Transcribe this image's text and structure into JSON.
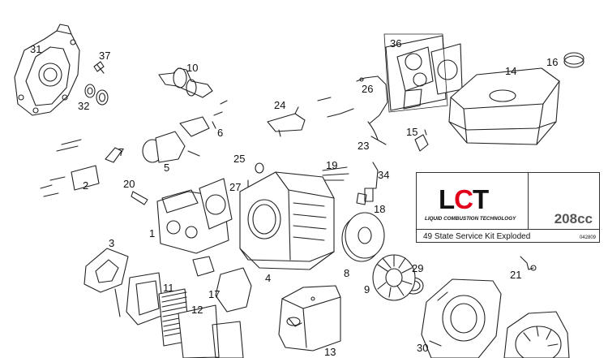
{
  "diagram": {
    "labels": [
      {
        "id": "31",
        "text": "31"
      },
      {
        "id": "37",
        "text": "37"
      },
      {
        "id": "32",
        "text": "32"
      },
      {
        "id": "10",
        "text": "10"
      },
      {
        "id": "36",
        "text": "36"
      },
      {
        "id": "14",
        "text": "14"
      },
      {
        "id": "16",
        "text": "16"
      },
      {
        "id": "26",
        "text": "26"
      },
      {
        "id": "24",
        "text": "24"
      },
      {
        "id": "6",
        "text": "6"
      },
      {
        "id": "7",
        "text": "7"
      },
      {
        "id": "5",
        "text": "5"
      },
      {
        "id": "15",
        "text": "15"
      },
      {
        "id": "23",
        "text": "23"
      },
      {
        "id": "25",
        "text": "25"
      },
      {
        "id": "27",
        "text": "27"
      },
      {
        "id": "19",
        "text": "19"
      },
      {
        "id": "34",
        "text": "34"
      },
      {
        "id": "2",
        "text": "2"
      },
      {
        "id": "20",
        "text": "20"
      },
      {
        "id": "18",
        "text": "18"
      },
      {
        "id": "1",
        "text": "1"
      },
      {
        "id": "3",
        "text": "3"
      },
      {
        "id": "4",
        "text": "4"
      },
      {
        "id": "8",
        "text": "8"
      },
      {
        "id": "29",
        "text": "29"
      },
      {
        "id": "21",
        "text": "21"
      },
      {
        "id": "9",
        "text": "9"
      },
      {
        "id": "11",
        "text": "11"
      },
      {
        "id": "17",
        "text": "17"
      },
      {
        "id": "12",
        "text": "12"
      },
      {
        "id": "13",
        "text": "13"
      },
      {
        "id": "30",
        "text": "30"
      }
    ],
    "kit_box": {
      "logo_text_l": "L",
      "logo_text_c": "C",
      "logo_text_t": "T",
      "tagline": "LIQUID COMBUSTION TECHNOLOGY",
      "engine_size": "208cc",
      "title": "49 State Service Kit Exploded",
      "drawing_number": "042809"
    },
    "colors": {
      "line": "#222222",
      "logo_accent": "#e2001a",
      "fill": "#ffffff"
    }
  }
}
